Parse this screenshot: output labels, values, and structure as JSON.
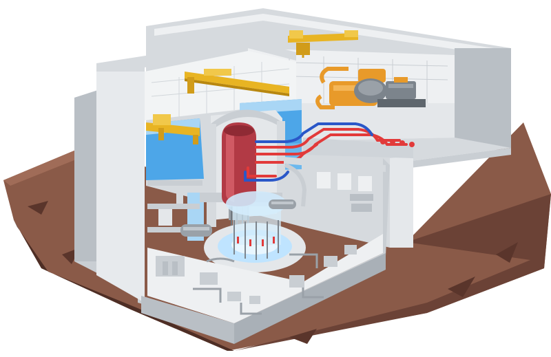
{
  "diagram": {
    "kind": "cutaway-illustration",
    "text_labels": [],
    "colors": {
      "background": "#ffffff",
      "concrete_light": "#eef0f2",
      "concrete_mid": "#d6dade",
      "concrete_dark": "#b9bfc5",
      "earth": "#8a5a48",
      "earth_dark": "#4e2e25",
      "pool_water": "#4da6e8",
      "pool_water_light": "#a9d6f5",
      "reactor_vessel": "#b23a45",
      "hot_pipe": "#e23a3a",
      "cold_pipe": "#2a57c8",
      "crane_yellow": "#e8b423",
      "turbine_orange": "#e89a2a",
      "generator_grey": "#7c848c",
      "glow": "#bfe4ff"
    },
    "components": [
      {
        "id": "ground",
        "icon": "earth-block"
      },
      {
        "id": "reactor-building",
        "icon": "concrete-building"
      },
      {
        "id": "turbine-hall",
        "icon": "concrete-building"
      },
      {
        "id": "reactor-vessel",
        "icon": "pressure-vessel"
      },
      {
        "id": "fuel-pool",
        "icon": "water-pool"
      },
      {
        "id": "overhead-crane",
        "icon": "gantry-crane"
      },
      {
        "id": "turbine-crane",
        "icon": "gantry-crane"
      },
      {
        "id": "turbine-generator",
        "icon": "turbine"
      },
      {
        "id": "steam-piping",
        "icon": "pipes"
      },
      {
        "id": "containment-floor",
        "icon": "circular-floor"
      }
    ]
  }
}
